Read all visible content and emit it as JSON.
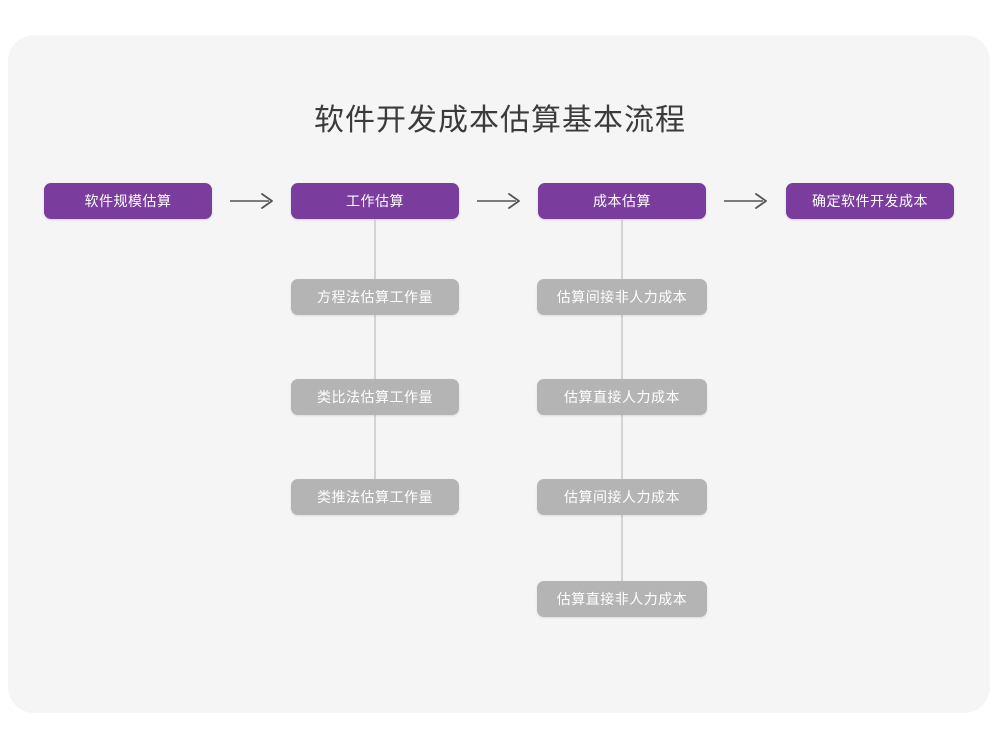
{
  "title": "软件开发成本估算基本流程",
  "colors": {
    "background": "#ffffff",
    "card": "#f5f5f5",
    "primary": "#7a3d9e",
    "secondary": "#b4b4b4",
    "connector": "#d3d3d3",
    "arrow": "#555555",
    "title_text": "#3b3b3b",
    "node_text": "#ffffff"
  },
  "chart_data": {
    "type": "diagram",
    "title": "软件开发成本估算基本流程",
    "main_flow": [
      {
        "id": "step-1",
        "label": "软件规模估算"
      },
      {
        "id": "step-2",
        "label": "工作估算"
      },
      {
        "id": "step-3",
        "label": "成本估算"
      },
      {
        "id": "step-4",
        "label": "确定软件开发成本"
      }
    ],
    "connectors": [
      {
        "from": "step-1",
        "to": "step-2",
        "type": "arrow",
        "direction": "right"
      },
      {
        "from": "step-2",
        "to": "step-3",
        "type": "arrow",
        "direction": "right"
      },
      {
        "from": "step-3",
        "to": "step-4",
        "type": "arrow",
        "direction": "right"
      },
      {
        "from": "step-2",
        "to": "branch-a",
        "type": "line",
        "direction": "down"
      },
      {
        "from": "step-3",
        "to": "branch-b",
        "type": "line",
        "direction": "down"
      }
    ],
    "branches": [
      {
        "parent": "step-2",
        "parent_label": "工作估算",
        "items": [
          {
            "id": "a-1",
            "label": "方程法估算工作量"
          },
          {
            "id": "a-2",
            "label": "类比法估算工作量"
          },
          {
            "id": "a-3",
            "label": "类推法估算工作量"
          }
        ]
      },
      {
        "parent": "step-3",
        "parent_label": "成本估算",
        "items": [
          {
            "id": "b-1",
            "label": "估算间接非人力成本"
          },
          {
            "id": "b-2",
            "label": "估算直接人力成本"
          },
          {
            "id": "b-3",
            "label": "估算间接人力成本"
          },
          {
            "id": "b-4",
            "label": "估算直接非人力成本"
          }
        ]
      }
    ]
  }
}
